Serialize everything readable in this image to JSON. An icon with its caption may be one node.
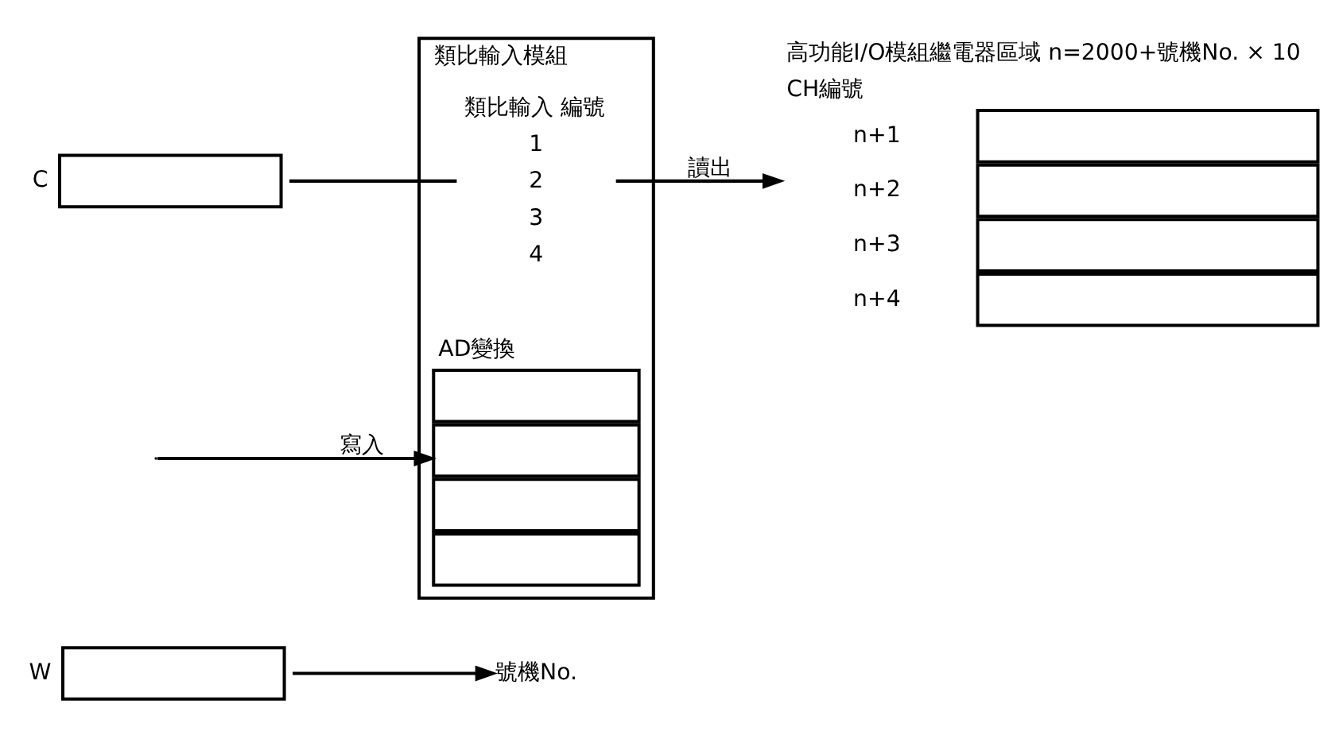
{
  "diagram": {
    "nodes": [
      {
        "text": [
          "W"
        ]
      },
      {
        "text": [
          "C"
        ]
      },
      {
        "text": [
          "號機No."
        ]
      },
      {
        "text": [
          "類比輸入模組"
        ]
      },
      {
        "text": [
          "高功能I/O模組繼電器區域 n=2000+號機No. × 10",
          "CH編號",
          "n+1",
          "n+2",
          "n+3",
          "n+4"
        ]
      },
      {
        "text": [
          "類比輸入 編號",
          "1",
          "2",
          "3",
          "4"
        ],
        "in": 3
      },
      {
        "text": [
          "AD變換"
        ],
        "in": 3
      }
    ],
    "edges": [
      {
        "from": 0,
        "to": 2,
        "arrow": "to"
      },
      {
        "from": 1,
        "to": 5,
        "arrow": "none"
      },
      {
        "from": 5,
        "to": 4,
        "arrow": "to",
        "label": "讀出"
      },
      {
        "from": null,
        "to": 6,
        "arrow": "to",
        "label": "寫入"
      }
    ]
  }
}
